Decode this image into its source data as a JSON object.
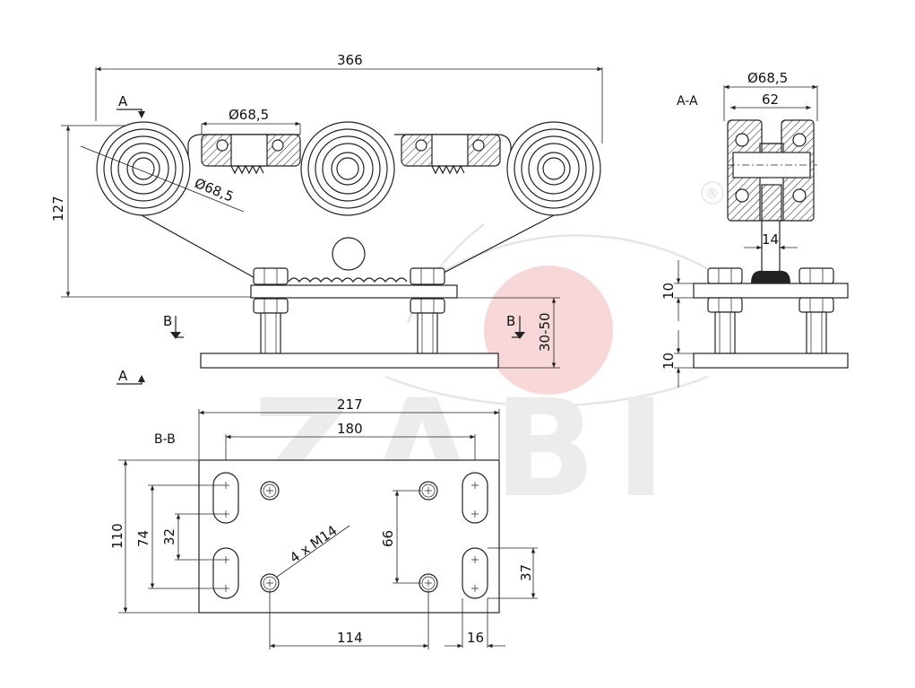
{
  "watermark": {
    "text": "ZABI",
    "registered": "®",
    "accent": "#f7d7d7",
    "ink": "#222222"
  },
  "views": {
    "front": {
      "dims": {
        "length": "366",
        "height": "127",
        "wheel_dia_top": "Ø68,5",
        "wheel_dia_side": "Ø68,5",
        "adjust": "30-50"
      },
      "section_marks": {
        "a": "A",
        "b": "B"
      }
    },
    "section_aa": {
      "title": "A-A",
      "dims": {
        "dia": "Ø68,5",
        "width": "62",
        "stem": "14",
        "plate_top": "10",
        "plate_bottom": "10"
      }
    },
    "section_bb": {
      "title": "B-B",
      "dims": {
        "width": "217",
        "hole_span": "180",
        "height": "110",
        "slot_outer": "74",
        "slot_inner": "32",
        "thread": "4 x M14",
        "thread_vert": "66",
        "thread_horiz": "114",
        "slot_len": "37",
        "slot_w": "16"
      }
    }
  }
}
